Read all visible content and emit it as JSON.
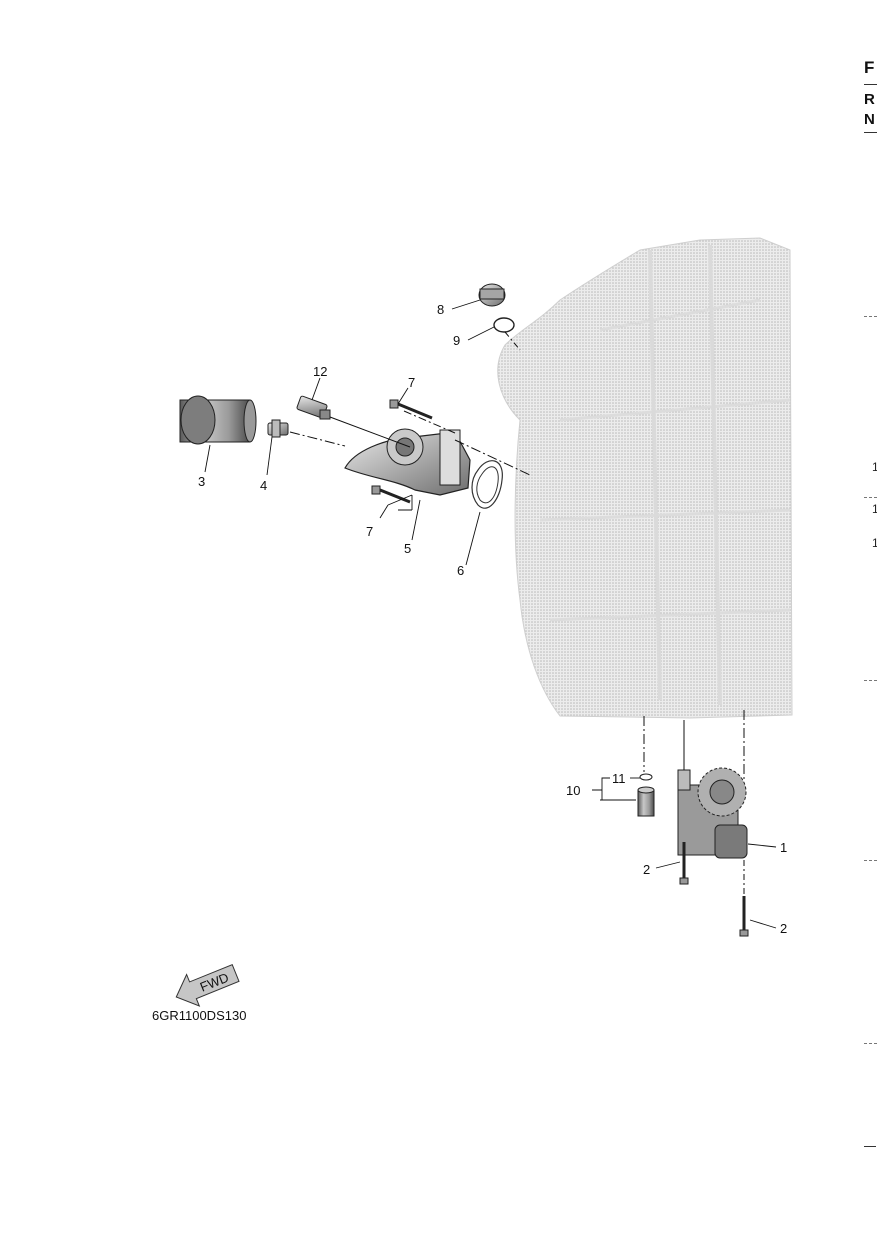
{
  "diagram": {
    "code": "6GR1100DS130",
    "fwd_label": "FWD",
    "callouts": {
      "c1": "1",
      "c2a": "2",
      "c2b": "2",
      "c3": "3",
      "c4": "4",
      "c5": "5",
      "c6": "6",
      "c7a": "7",
      "c7b": "7",
      "c8": "8",
      "c9": "9",
      "c10": "10",
      "c11": "11",
      "c12": "12"
    }
  },
  "right_edge": {
    "letter_f": "F",
    "letter_r": "R",
    "letter_n": "N",
    "frag_1a": "1",
    "frag_1b": "1",
    "frag_1c": "1"
  },
  "colors": {
    "line": "#111111",
    "block_fill": "#d4d4d4",
    "part_dark": "#8a8a8a"
  }
}
